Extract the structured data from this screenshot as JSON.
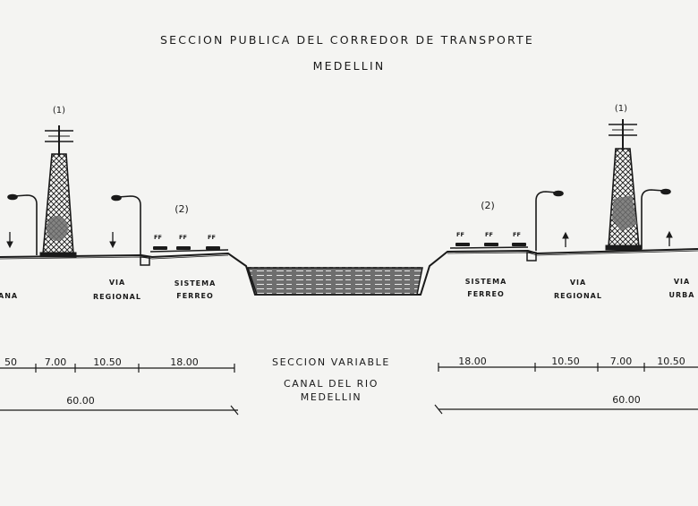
{
  "title_line1": "SECCION PUBLICA DEL CORREDOR DE TRANSPORTE",
  "title_line2": "MEDELLIN",
  "labels": {
    "marker_1_left": "(1)",
    "marker_1_right": "(1)",
    "marker_2_left": "(2)",
    "marker_2_right": "(2)",
    "ff": "FF",
    "via_urbana_left": "ANA",
    "via_urbana_right_top": "VIA",
    "via_urbana_right_bottom": "URBA",
    "via_regional_top": "VIA",
    "via_regional_bottom": "REGIONAL",
    "sistema_top": "SISTEMA",
    "sistema_bottom": "FERREO"
  },
  "dimensions": {
    "left": [
      "50",
      "7.00",
      "10.50",
      "18.00"
    ],
    "right": [
      "18.00",
      "10.50",
      "7.00",
      "10.50"
    ],
    "total_left": "60.00",
    "total_right": "60.00",
    "center": "SECCION VARIABLE",
    "canal_line1": "CANAL DEL RIO",
    "canal_line2": "MEDELLIN"
  }
}
